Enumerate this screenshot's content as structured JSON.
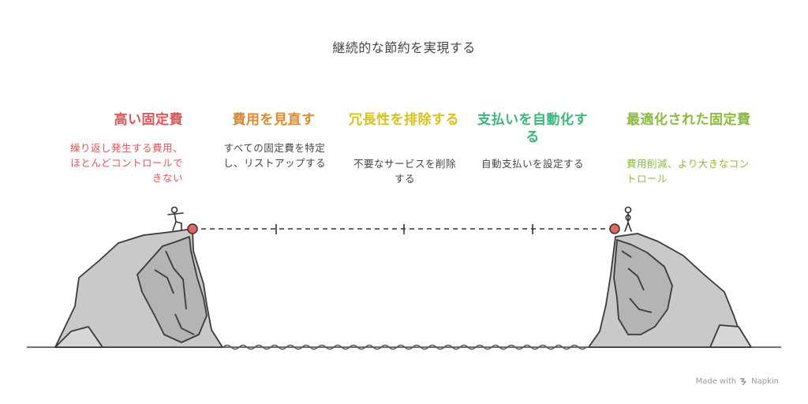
{
  "title": "継続的な節約を実現する",
  "steps": [
    {
      "title": "高い固定費",
      "description": "繰り返し発生する費用、ほとんどコントロールできない",
      "color": "#e2555b"
    },
    {
      "title": "費用を見直す",
      "description": "すべての固定費を特定し、リストアップする",
      "color": "#e08a2c"
    },
    {
      "title": "冗長性を排除する",
      "description": "不要なサービスを削除する",
      "color": "#d8c21a"
    },
    {
      "title": "支払いを自動化する",
      "description": "自動支払いを設定する",
      "color": "#3ab87a"
    },
    {
      "title": "最適化された固定費",
      "description": "費用削減、より大きなコントロール",
      "color": "#8cbc3c"
    }
  ],
  "watermark": {
    "text": "Made with",
    "brand": "Napkin",
    "icon": "napkin-logo-icon"
  },
  "icons": {
    "left_figure": "stick-figure-stepping-icon",
    "right_figure": "stick-figure-standing-icon"
  },
  "colors": {
    "marker": "#e06666",
    "rock": "#c8c8c8",
    "line": "#333333"
  }
}
